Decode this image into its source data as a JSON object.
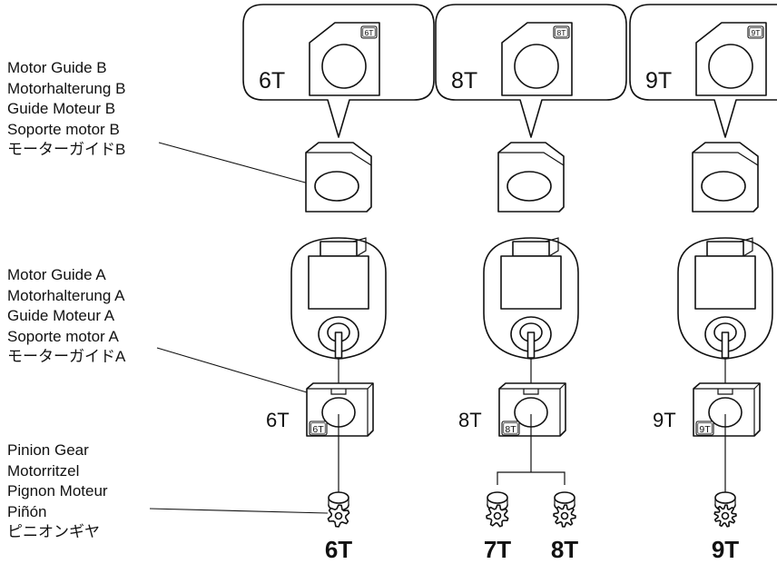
{
  "labels": {
    "guide_b": [
      "Motor Guide B",
      "Motorhalterung B",
      "Guide Moteur B",
      "Soporte motor B",
      "モーターガイドB"
    ],
    "guide_a": [
      "Motor Guide A",
      "Motorhalterung A",
      "Guide Moteur A",
      "Soporte motor A",
      "モーターガイドA"
    ],
    "pinion": [
      "Pinion Gear",
      "Motorritzel",
      "Pignon Moteur",
      "Piñón",
      "ピニオンギヤ"
    ]
  },
  "columns": [
    {
      "callout_text": "6T",
      "callout_tag": "6T",
      "guide_a_text": "6T",
      "guide_a_tag": "6T",
      "gears": [
        "6T"
      ]
    },
    {
      "callout_text": "8T",
      "callout_tag": "8T",
      "guide_a_text": "8T",
      "guide_a_tag": "8T",
      "gears": [
        "7T",
        "8T"
      ]
    },
    {
      "callout_text": "9T",
      "callout_tag": "9T",
      "guide_a_text": "9T",
      "guide_a_tag": "9T",
      "gears": [
        "9T"
      ]
    }
  ]
}
